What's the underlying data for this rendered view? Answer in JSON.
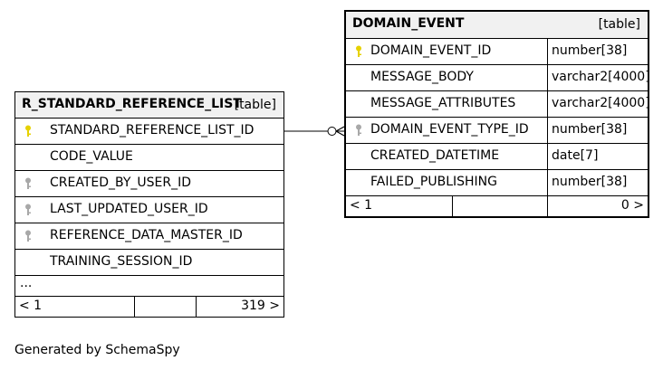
{
  "tables": {
    "r_standard_reference_list": {
      "name": "R_STANDARD_REFERENCE_LIST",
      "kind": "[table]",
      "columns": [
        {
          "name": "STANDARD_REFERENCE_LIST_ID",
          "key": "primary"
        },
        {
          "name": "CODE_VALUE",
          "key": "none"
        },
        {
          "name": "CREATED_BY_USER_ID",
          "key": "foreign"
        },
        {
          "name": "LAST_UPDATED_USER_ID",
          "key": "foreign"
        },
        {
          "name": "REFERENCE_DATA_MASTER_ID",
          "key": "foreign"
        },
        {
          "name": "TRAINING_SESSION_ID",
          "key": "none"
        }
      ],
      "more": "...",
      "footer": {
        "left": "< 1",
        "right": "319 >"
      }
    },
    "domain_event": {
      "name": "DOMAIN_EVENT",
      "kind": "[table]",
      "columns": [
        {
          "name": "DOMAIN_EVENT_ID",
          "type": "number[38]",
          "key": "primary"
        },
        {
          "name": "MESSAGE_BODY",
          "type": "varchar2[4000]",
          "key": "none"
        },
        {
          "name": "MESSAGE_ATTRIBUTES",
          "type": "varchar2[4000]",
          "key": "none"
        },
        {
          "name": "DOMAIN_EVENT_TYPE_ID",
          "type": "number[38]",
          "key": "foreign"
        },
        {
          "name": "CREATED_DATETIME",
          "type": "date[7]",
          "key": "none"
        },
        {
          "name": "FAILED_PUBLISHING",
          "type": "number[38]",
          "key": "none"
        }
      ],
      "footer": {
        "left": "< 1",
        "right": "0 >"
      }
    }
  },
  "caption": "Generated by SchemaSpy",
  "colors": {
    "primary_key": "#e6d100",
    "foreign_key": "#a8a8a8",
    "header_bg": "#f1f1f1"
  }
}
